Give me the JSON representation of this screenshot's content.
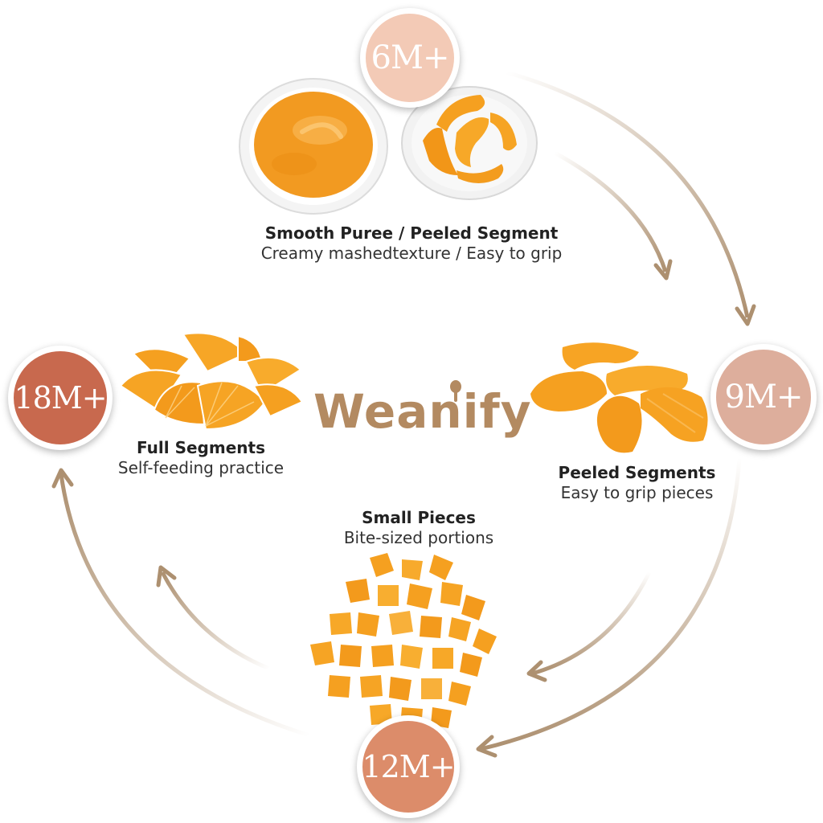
{
  "colors": {
    "arrow": "#ad9070",
    "logo": "#b38a61",
    "orange": "#f39a1e",
    "orange_light": "#fbbf5c",
    "puree": "#f59a22"
  },
  "logo": {
    "text": "Weanify"
  },
  "stages": [
    {
      "age": "6M+",
      "badge_color": "#f3cab6",
      "title": "Smooth Puree /  Peeled Segment",
      "subtitle": "Creamy mashedtexture / Easy to grip"
    },
    {
      "age": "9M+",
      "badge_color": "#ddae9c",
      "title": "Peeled Segments",
      "subtitle": "Easy to grip pieces"
    },
    {
      "age": "12M+",
      "badge_color": "#dc8c6a",
      "title": "Small Pieces",
      "subtitle": "Bite-sized portions"
    },
    {
      "age": "18M+",
      "badge_color": "#c8694e",
      "title": "Full Segments",
      "subtitle": "Self-feeding practice"
    }
  ]
}
